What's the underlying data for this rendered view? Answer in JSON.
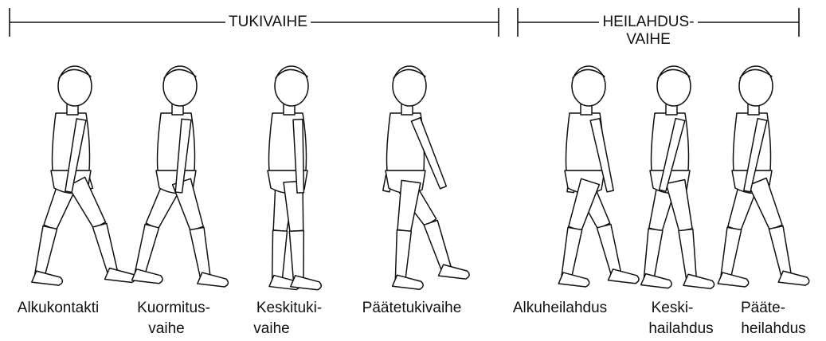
{
  "phases": {
    "stance": {
      "label": "TUKIVAIHE"
    },
    "swing": {
      "line1": "HEILAHDUS-",
      "line2": "VAIHE"
    }
  },
  "figures": [
    {
      "lines": [
        "Alkukontakti"
      ]
    },
    {
      "lines": [
        "Kuormitus-",
        "vaihe"
      ]
    },
    {
      "lines": [
        "Keskituki-",
        "vaihe"
      ]
    },
    {
      "lines": [
        "Päätetukivaihe"
      ]
    },
    {
      "lines": [
        "Alkuheilahdus"
      ]
    },
    {
      "lines": [
        "Keski-",
        "hailahdus"
      ]
    },
    {
      "lines": [
        "Pääte-",
        "heilahdus"
      ]
    }
  ],
  "colors": {
    "ink": "#111111",
    "paper": "#ffffff"
  }
}
